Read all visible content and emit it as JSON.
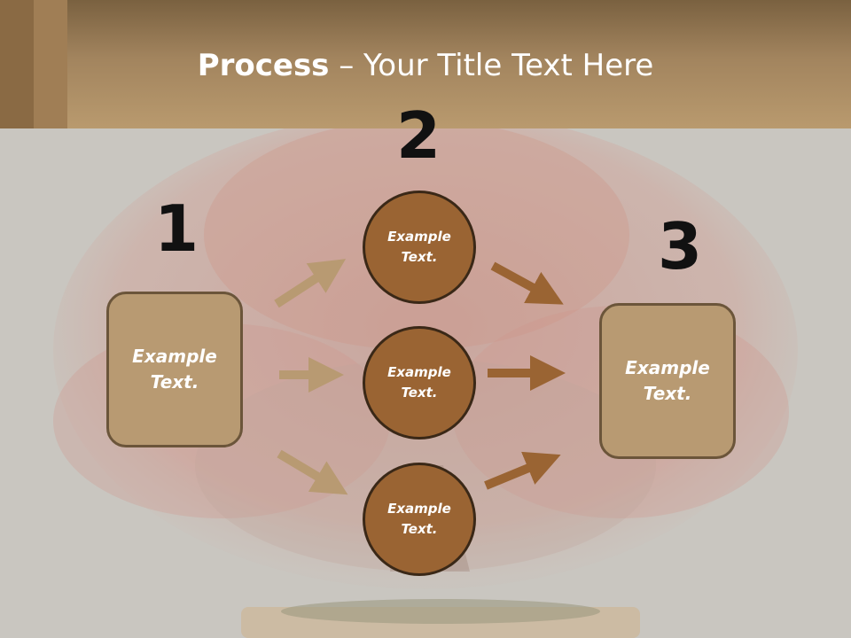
{
  "slide": {
    "title_bold": "Process",
    "title_rest": " – Your Title Text Here"
  },
  "steps": {
    "one": "1",
    "two": "2",
    "three": "3"
  },
  "boxes": {
    "left": "Example\nText.",
    "right": "Example\nText."
  },
  "circles": {
    "top": "Example\nText.",
    "middle": "Example\nText.",
    "bottom": "Example\nText."
  },
  "colors": {
    "light_arrow": "#b89a72",
    "dark_arrow": "#9a6433"
  }
}
